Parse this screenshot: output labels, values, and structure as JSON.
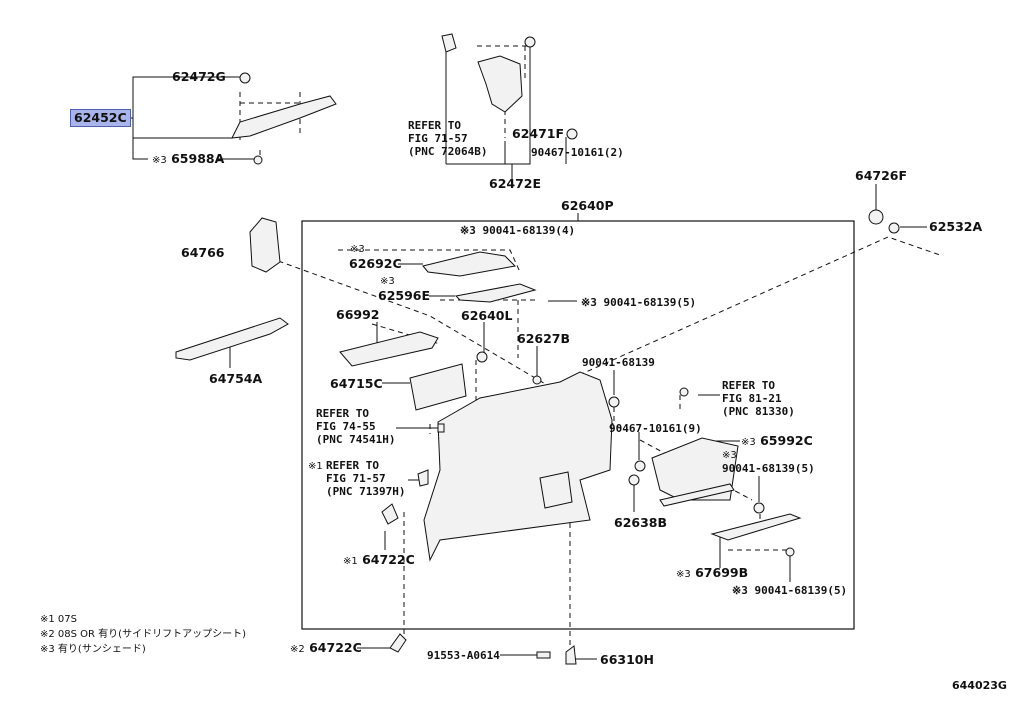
{
  "diagram_id": "644023G",
  "parts": {
    "p62472G": "62472G",
    "p62452C": "62452C",
    "p65988A": "65988A",
    "p62471F": "62471F",
    "p90467_10161_2": "90467-10161(2)",
    "p62472E": "62472E",
    "p62640P": "62640P",
    "p64726F": "64726F",
    "p62532A": "62532A",
    "p64766": "64766",
    "p90041_68139_4": "90041-68139(4)",
    "p62692C": "62692C",
    "p62596E": "62596E",
    "p90041_68139_5a": "90041-68139(5)",
    "p66992": "66992",
    "p62640L": "62640L",
    "p62627B": "62627B",
    "p64754A": "64754A",
    "p90041_68139": "90041-68139",
    "p64715C": "64715C",
    "p90467_10161_9": "90467-10161(9)",
    "p65992C": "65992C",
    "p90041_68139_5b": "90041-68139(5)",
    "p62638B": "62638B",
    "p64722C_a": "64722C",
    "p67699B": "67699B",
    "p90041_68139_5c": "90041-68139(5)",
    "p64722C_b": "64722C",
    "p91553": "91553-A0614",
    "p66310H": "66310H"
  },
  "marks": {
    "m1": "※1",
    "m2": "※2",
    "m3": "※3"
  },
  "refs": {
    "r1": "REFER TO\nFIG 71-57\n(PNC 72064B)",
    "r2": "REFER TO\nFIG 81-21\n(PNC 81330)",
    "r3": "REFER TO\nFIG 74-55\n(PNC 74541H)",
    "r4": "REFER TO\nFIG 71-57\n(PNC 71397H)"
  },
  "notes": {
    "n1": "※1 07S",
    "n2": "※2 08S OR 有り(サイドリフトアップシート)",
    "n3": "※3 有り(サンシェード)"
  }
}
